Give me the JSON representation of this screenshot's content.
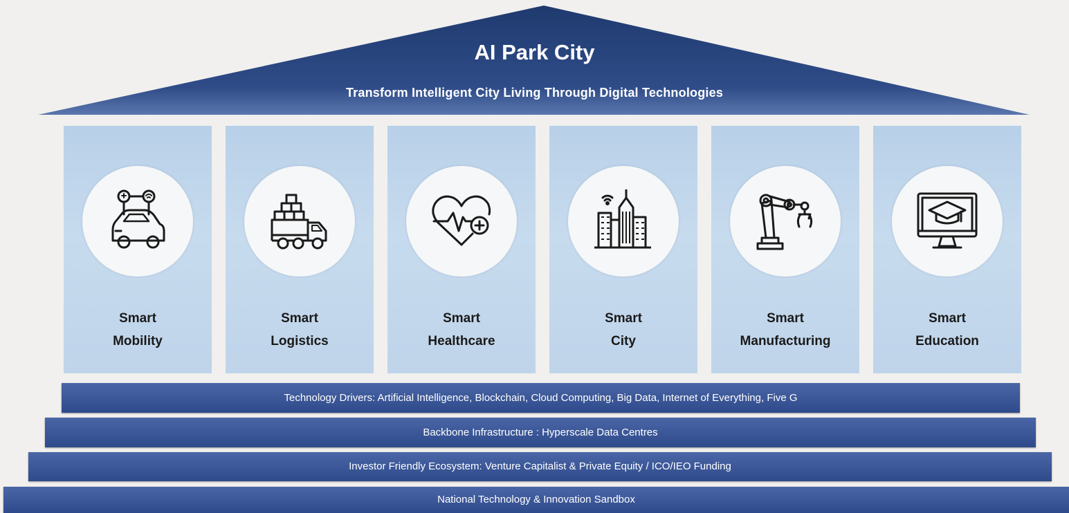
{
  "header": {
    "title": "AI Park City",
    "subtitle": "Transform  Intelligent City Living Through  Digital Technologies"
  },
  "pillars": [
    {
      "line1": "Smart",
      "line2": "Mobility",
      "icon": "car-icon"
    },
    {
      "line1": "Smart",
      "line2": "Logistics",
      "icon": "truck-icon"
    },
    {
      "line1": "Smart",
      "line2": "Healthcare",
      "icon": "heart-health-icon"
    },
    {
      "line1": "Smart",
      "line2": "City",
      "icon": "skyscraper-icon"
    },
    {
      "line1": "Smart",
      "line2": "Manufacturing",
      "icon": "robot-arm-icon"
    },
    {
      "line1": "Smart",
      "line2": "Education",
      "icon": "monitor-graduation-icon"
    }
  ],
  "foundation": [
    "Technology Drivers: Artificial Intelligence, Blockchain, Cloud Computing, Big Data, Internet of Everything, Five G",
    "Backbone Infrastructure : Hyperscale Data Centres",
    "Investor Friendly Ecosystem: Venture Capitalist & Private Equity / ICO/IEO Funding",
    "National Technology & Innovation Sandbox"
  ],
  "colors": {
    "roof_dark": "#1f3a6e",
    "roof_light": "#5a76ad",
    "pillar": "#c2d7ec",
    "band": "#3a5696"
  }
}
